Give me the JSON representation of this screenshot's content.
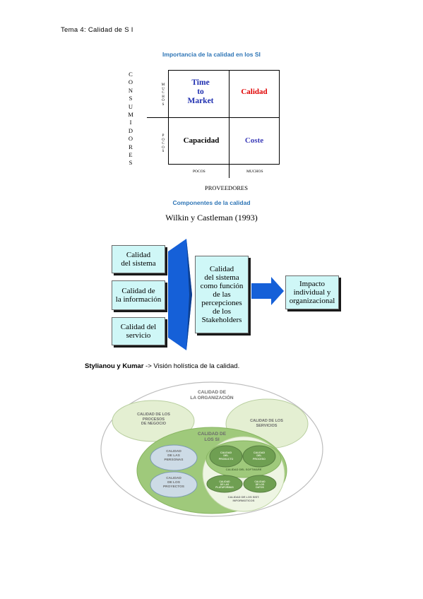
{
  "header": {
    "title": "Tema 4: Calidad de S I"
  },
  "section1": {
    "caption": "Importancia de la calidad en los SI",
    "consumidores": [
      "C",
      "O",
      "N",
      "S",
      "U",
      "M",
      "I",
      "D",
      "O",
      "R",
      "E",
      "S"
    ],
    "muchos": [
      "M",
      "U",
      "C",
      "H",
      "O",
      "S"
    ],
    "pocos": [
      "P",
      "O",
      "C",
      "O",
      "S"
    ],
    "cells": {
      "time_to_market": "Time\nto\nMarket",
      "calidad": "Calidad",
      "capacidad": "Capacidad",
      "coste": "Coste"
    },
    "pocos_h": "POCOS",
    "muchos_h": "MUCHOS",
    "proveedores": "PROVEEDORES",
    "colors": {
      "time_to_market": "#1f2fb0",
      "calidad": "#e00000",
      "coste": "#3b3bb8"
    }
  },
  "section2": {
    "caption": "Componentes de la calidad",
    "subtitle": "Wilkin y Castleman (1993)",
    "boxes_left": [
      "Calidad\ndel sistema",
      "Calidad de\nla información",
      "Calidad del\nservicio"
    ],
    "box_middle": "Calidad\ndel sistema\ncomo función\nde las\npercepciones\nde los\nStakeholders",
    "box_right": "Impacto\nindividual y\norganizacional",
    "colors": {
      "box": "#cff7f7",
      "arrow": "#1560d8"
    }
  },
  "section3": {
    "text_bold": "Stylianou y Kumar",
    "text_rest": " -> Visión holística de la calidad.",
    "labels": {
      "organizacion": "CALIDAD DE\nLA ORGANIZACIÓN",
      "procesos_negocio": "CALIDAD DE LOS\nPROCESOS\nDE NEGOCIO",
      "servicios": "CALIDAD DE LOS\nSERVICIOS",
      "si": "CALIDAD DE\nLOS SI",
      "personas": "CALIDAD\nDE LAS\nPERSONAS",
      "proyectos": "CALIDAD\nDE LOS\nPROYECTOS",
      "producto": "CALIDAD\nDEL\nPRODUCTO",
      "proceso": "CALIDAD\nDEL\nPROCESO",
      "software": "CALIDAD DEL SOFTWARE",
      "plataformas": "CALIDAD\nDE LAS\nPLATAFORMAS",
      "datos": "CALIDAD\nDE LOS\nDATOS",
      "sist_informaticos": "CALIDAD DE LOS SIST.\nINFORMÁTICOS"
    }
  }
}
